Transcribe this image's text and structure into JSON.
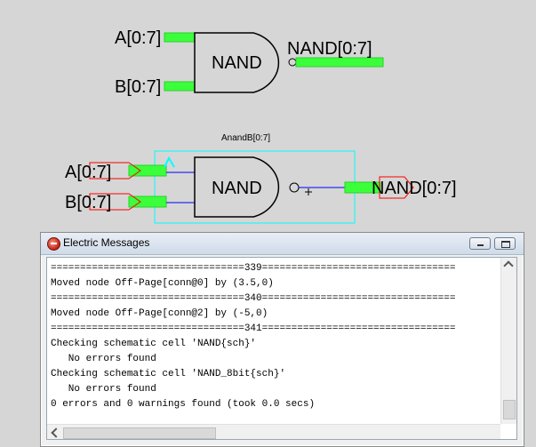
{
  "schematic": {
    "top_symbol": {
      "gate_label": "NAND",
      "input_a": "A[0:7]",
      "input_b": "B[0:7]",
      "output": "NAND[0:7]"
    },
    "bottom_instance": {
      "instance_name": "AnandB[0:7]",
      "gate_label": "NAND",
      "offpage_a": "A[0:7]",
      "offpage_b": "B[0:7]",
      "offpage_out": "NAND[0:7]"
    },
    "colors": {
      "background": "#d6d6d6",
      "bus_wire": "#3cff3c",
      "offpage_connector": "#ff0000",
      "highlight": "#00ffff",
      "thin_wire": "#0000ff"
    }
  },
  "messages_window": {
    "title": "Electric Messages",
    "lines": [
      "=================================339=================================",
      "Moved node Off-Page[conn@0] by (3.5,0)",
      "=================================340=================================",
      "Moved node Off-Page[conn@2] by (-5,0)",
      "=================================341=================================",
      "Checking schematic cell 'NAND{sch}'",
      "   No errors found",
      "Checking schematic cell 'NAND_8bit{sch}'",
      "   No errors found",
      "0 errors and 0 warnings found (took 0.0 secs)"
    ]
  }
}
